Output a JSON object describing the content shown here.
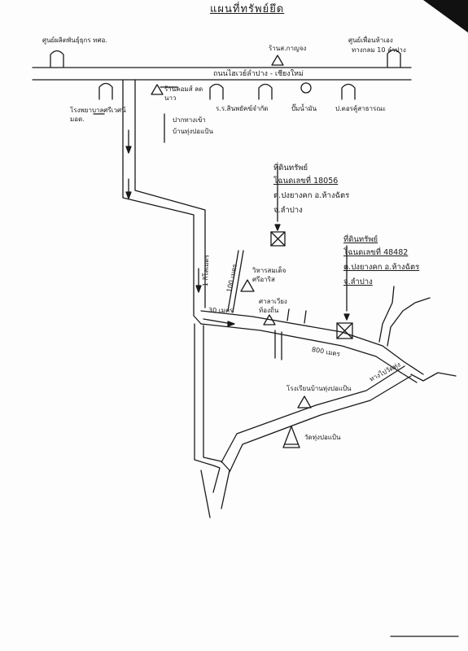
{
  "title": "แผนที่ทรัพย์ยึด",
  "colors": {
    "ink": "#1a1a1a",
    "paper": "#fdfdfd",
    "corner": "#111111"
  },
  "landmarks": {
    "agri_center": "ศูนย์ผลิตพันธุ์ธุกร ทศอ.",
    "transfer_school": "ศูนย์เพื่อนห้าเอง",
    "transfer_school_line2": "ทางกลม 10 ลำปาง",
    "shop_north": "ร้านส.กาญจง",
    "main_road": "ถนนไฮเวย์ลำปาง - เชียงใหม่",
    "workshop": "ร้านคอมส์ ลดนาว",
    "hospital": "โรงพยาบาลศรีเวศน์ มอด.",
    "pakthang": "ปากทางเข้า",
    "pakthang_line2": "บ้านทุ่งปอแป้น",
    "school_row1": "ร.ร.สินพยัคฆ์จำกัด",
    "well": "ปั๊มน้ำมัน",
    "police": "ป.ตอรคู้สาธารณะ",
    "temple_north": "วิหารสมเด็จ ศรีอาริส",
    "bus_stop": "ศาลาเวียง ท้องถิ่น",
    "school_south": "โรงเรียนบ้านทุ่งปอแป้น",
    "temple_south": "วัดทุ่งปอแป้น",
    "road_east": "ทางไปวัดทุ่ง",
    "road_800m": "800 เมตร",
    "road_30m": "30 เมตร",
    "road_100m": "100 เมตร",
    "road_1km": "1 กิโลเมตร"
  },
  "properties": [
    {
      "heading": "ที่ดินทรัพย์",
      "deed": "โฉนดเลขที่ 18056",
      "subdistrict": "ต.ปงยางคก อ.ห้างฉัตร",
      "province": "จ.ลำปาง"
    },
    {
      "heading": "ที่ดินทรัพย์",
      "deed": "โฉนดเลขที่ 48482",
      "subdistrict": "ต.ปงยางคก อ.ห้างฉัตร",
      "province": "จ.ลำปาง"
    }
  ]
}
